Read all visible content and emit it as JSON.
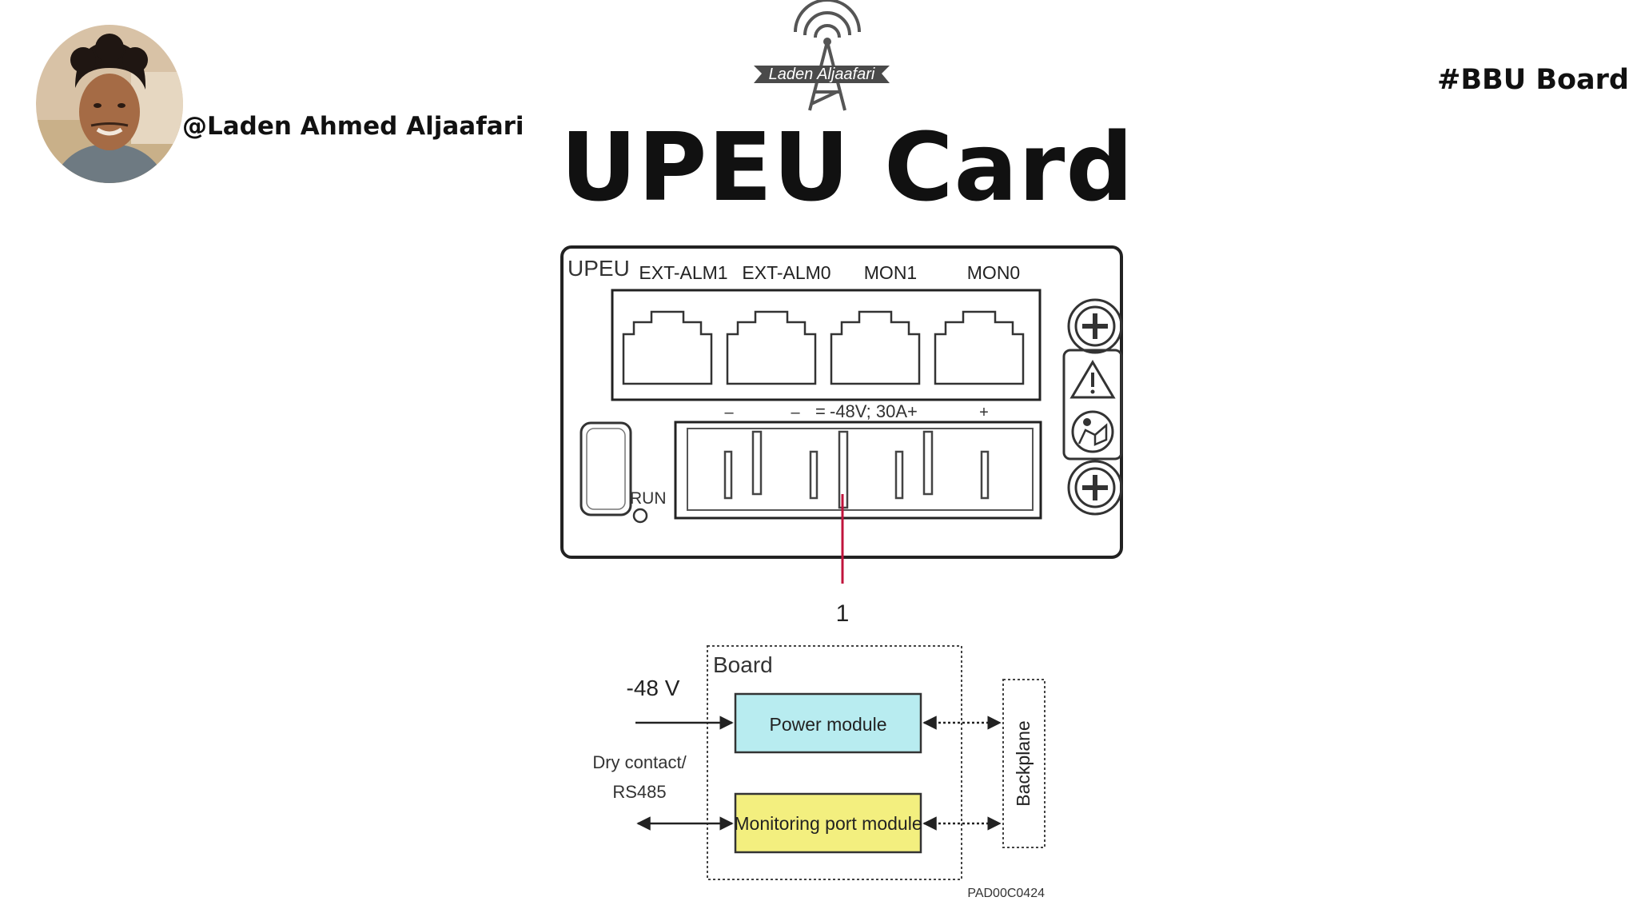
{
  "header": {
    "author_handle": "@Laden Ahmed Aljaafari",
    "logo_text": "Laden Aljaafari",
    "hashtag": "#BBU Board",
    "title": "UPEU Card"
  },
  "panel": {
    "board_name": "UPEU",
    "ports": [
      "EXT-ALM1",
      "EXT-ALM0",
      "MON1",
      "MON0"
    ],
    "power_label": "-48V; 30A+",
    "pin_minus_1": "–",
    "pin_minus_2": "–",
    "pin_plus": "+",
    "run_label": "RUN",
    "callout": "1"
  },
  "block_diagram": {
    "board_label": "Board",
    "input_voltage": "-48 V",
    "input_signal_line1": "Dry contact/",
    "input_signal_line2": "RS485",
    "power_module": "Power module",
    "monitoring_module": "Monitoring port module",
    "backplane": "Backplane",
    "figure_id": "PAD00C0424",
    "colors": {
      "power_module": "#b8ecf0",
      "monitoring_module": "#f3ef7f"
    }
  }
}
